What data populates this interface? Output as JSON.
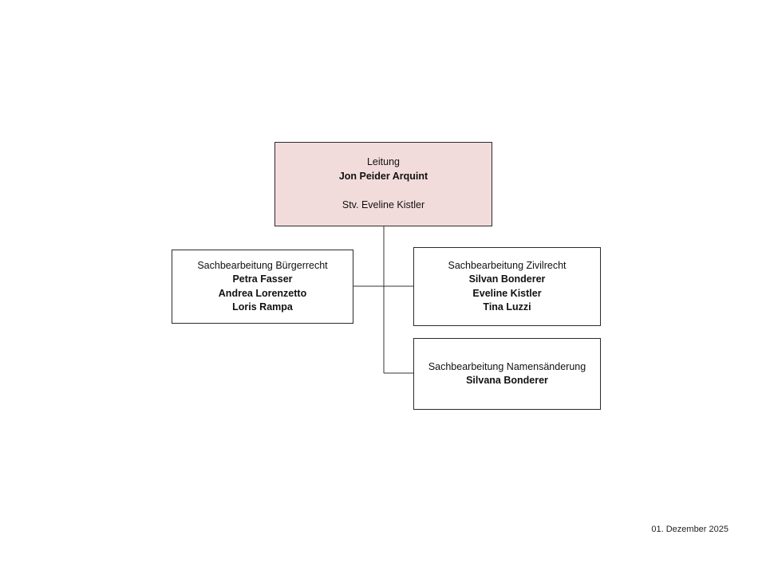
{
  "org_chart": {
    "lead": {
      "title": "Leitung",
      "name": "Jon Peider Arquint",
      "deputy": "Stv. Eveline Kistler",
      "fill_color": "#f2dcdb"
    },
    "units": [
      {
        "title": "Sachbearbeitung Bürgerrecht",
        "members": [
          "Petra Fasser",
          "Andrea Lorenzetto",
          "Loris Rampa"
        ]
      },
      {
        "title": "Sachbearbeitung Zivilrecht",
        "members": [
          "Silvan Bonderer",
          "Eveline Kistler",
          "Tina Luzzi"
        ]
      },
      {
        "title": "Sachbearbeitung Namensänderung",
        "members": [
          "Silvana Bonderer"
        ]
      }
    ]
  },
  "footer": {
    "date": "01. Dezember 2025"
  }
}
